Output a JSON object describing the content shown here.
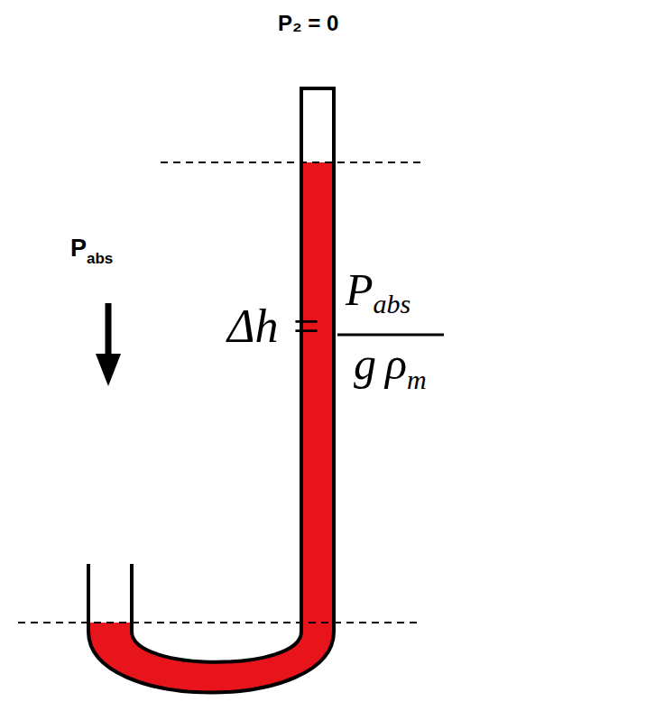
{
  "diagram": {
    "labels": [
      "P₂ = 0",
      "P",
      "abs",
      "Δh =",
      "P",
      "abs",
      "g",
      "ρ",
      "m"
    ]
  }
}
